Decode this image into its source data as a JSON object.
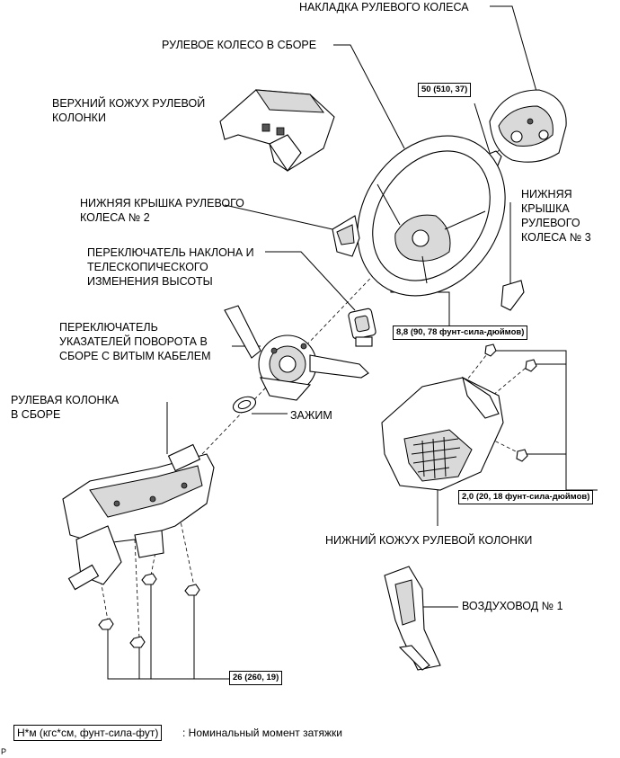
{
  "labels": {
    "steering_pad": "НАКЛАДКА РУЛЕВОГО КОЛЕСА",
    "steering_wheel": "РУЛЕВОЕ КОЛЕСО В СБОРЕ",
    "upper_cover": "ВЕРХНИЙ КОЖУХ РУЛЕВОЙ\nКОЛОНКИ",
    "lower_cover_2": "НИЖНЯЯ КРЫШКА РУЛЕВОГО\nКОЛЕСА № 2",
    "lower_cover_3": "НИЖНЯЯ\nКРЫШКА\nРУЛЕВОГО\nКОЛЕСА № 3",
    "tilt_switch": "ПЕРЕКЛЮЧАТЕЛЬ НАКЛОНА И\nТЕЛЕСКОПИЧЕСКОГО\nИЗМЕНЕНИЯ ВЫСОТЫ",
    "turn_switch": "ПЕРЕКЛЮЧАТЕЛЬ\nУКАЗАТЕЛЕЙ ПОВОРОТА В\nСБОРЕ С ВИТЫМ КАБЕЛЕМ",
    "column": "РУЛЕВАЯ КОЛОНКА\nВ СБОРЕ",
    "clamp": "ЗАЖИМ",
    "lower_column_cover": "НИЖНИЙ КОЖУХ РУЛЕВОЙ КОЛОНКИ",
    "duct": "ВОЗДУХОВОД № 1"
  },
  "torques": {
    "nut_50": "50 (510, 37)",
    "bolt_8_8": "8,8 (90, 78 фунт-сила-дюймов)",
    "screw_2_0": "2,0 (20, 18 фунт-сила-дюймов)",
    "column_26": "26 (260, 19)"
  },
  "legend": {
    "box": "Н*м (кгс*см, фунт-сила-фут)",
    "text": ": Номинальный момент затяжки"
  },
  "figure_code": "P"
}
